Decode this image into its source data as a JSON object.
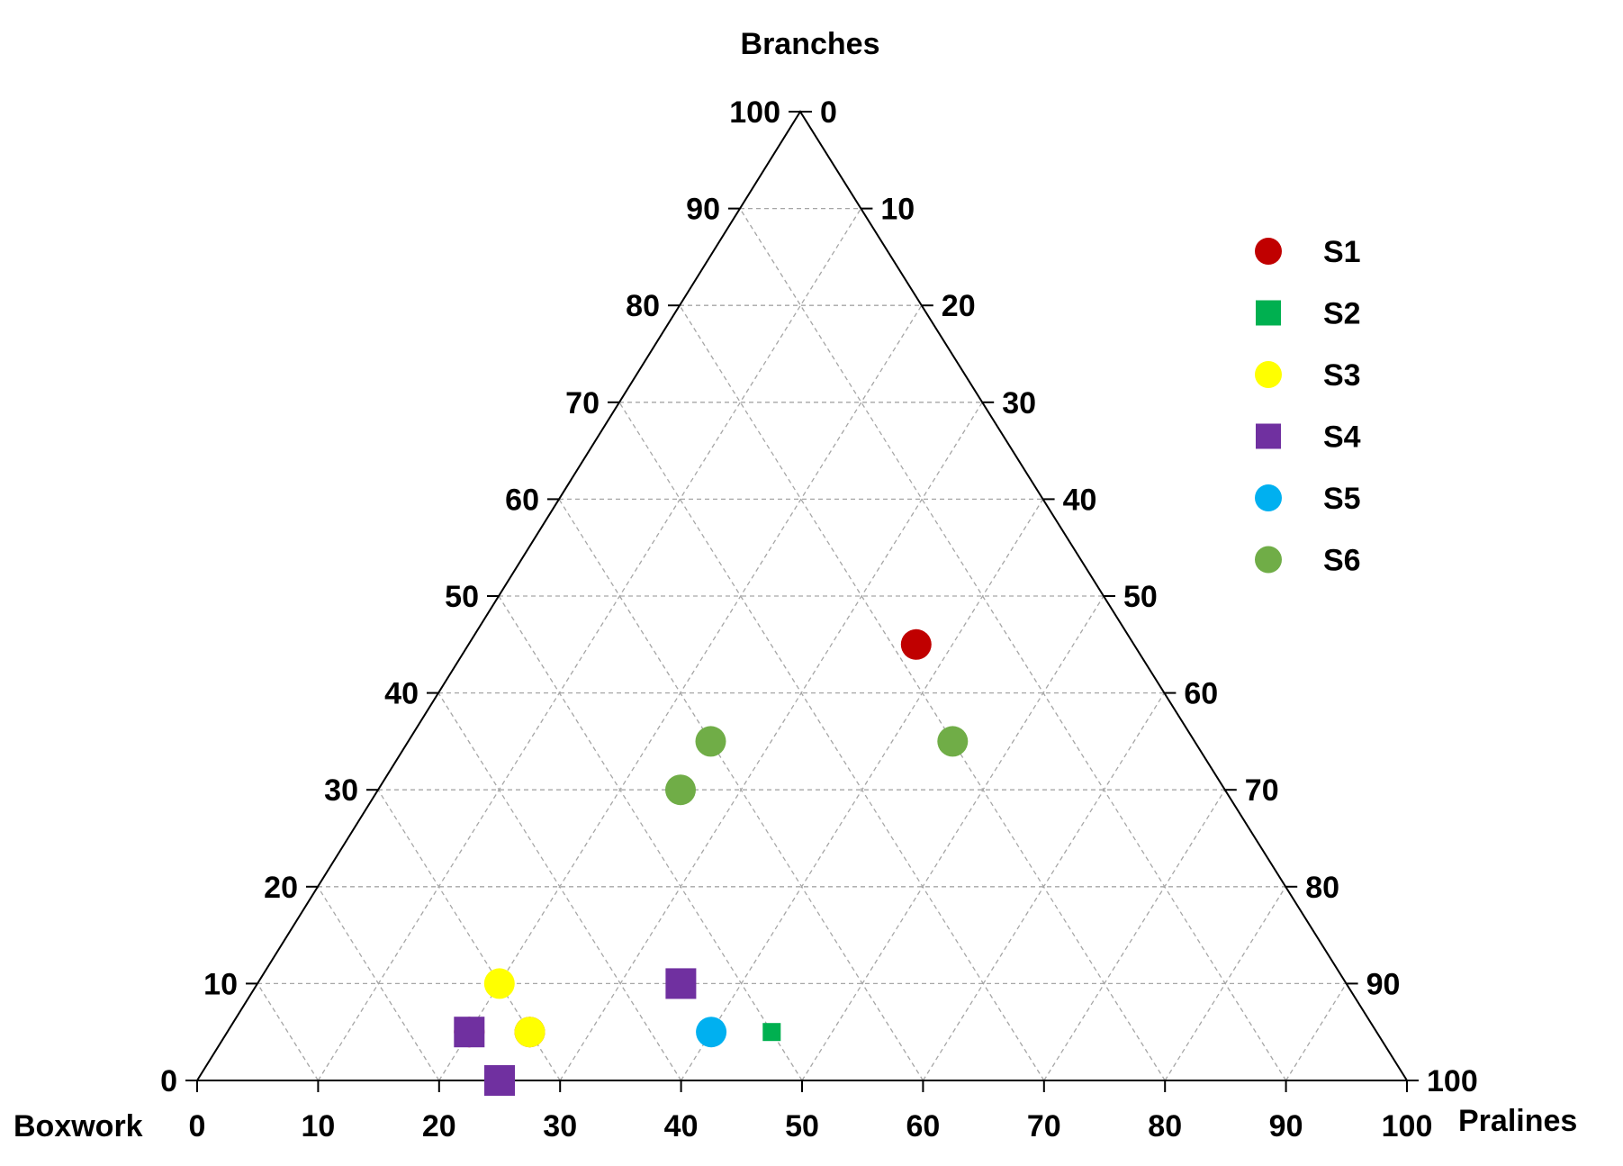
{
  "chart_data": {
    "type": "scatter",
    "subtype": "ternary",
    "axes": {
      "top": {
        "label": "Branches"
      },
      "left": {
        "label": "Boxwork"
      },
      "right": {
        "label": "Pralines"
      }
    },
    "ticks": [
      0,
      10,
      20,
      30,
      40,
      50,
      60,
      70,
      80,
      90,
      100
    ],
    "range": [
      0,
      100
    ],
    "grid": true,
    "legend_position": "top-right",
    "series": [
      {
        "name": "S1",
        "marker": "circle",
        "color": "#c00000",
        "points": [
          {
            "Branches": 45,
            "Boxwork": 18,
            "Pralines": 37
          },
          {
            "Branches": 5,
            "Boxwork": 75,
            "Pralines": 20
          },
          {
            "Branches": 5,
            "Boxwork": 70,
            "Pralines": 25
          }
        ]
      },
      {
        "name": "S2",
        "marker": "square",
        "color": "#00b050",
        "points": [
          {
            "Branches": 5,
            "Boxwork": 50,
            "Pralines": 45
          }
        ]
      },
      {
        "name": "S3",
        "marker": "circle",
        "color": "#ffff00",
        "points": [
          {
            "Branches": 10,
            "Boxwork": 70,
            "Pralines": 20
          },
          {
            "Branches": 5,
            "Boxwork": 70,
            "Pralines": 25
          }
        ]
      },
      {
        "name": "S4",
        "marker": "square",
        "color": "#7030a0",
        "points": [
          {
            "Branches": 10,
            "Boxwork": 55,
            "Pralines": 35
          },
          {
            "Branches": 5,
            "Boxwork": 75,
            "Pralines": 20
          },
          {
            "Branches": 0,
            "Boxwork": 75,
            "Pralines": 25
          }
        ]
      },
      {
        "name": "S5",
        "marker": "circle",
        "color": "#00b0f0",
        "points": [
          {
            "Branches": 5,
            "Boxwork": 55,
            "Pralines": 40
          }
        ]
      },
      {
        "name": "S6",
        "marker": "circle",
        "color": "#70ad47",
        "points": [
          {
            "Branches": 35,
            "Boxwork": 40,
            "Pralines": 25
          },
          {
            "Branches": 30,
            "Boxwork": 45,
            "Pralines": 25
          },
          {
            "Branches": 35,
            "Boxwork": 20,
            "Pralines": 45
          }
        ]
      }
    ]
  }
}
